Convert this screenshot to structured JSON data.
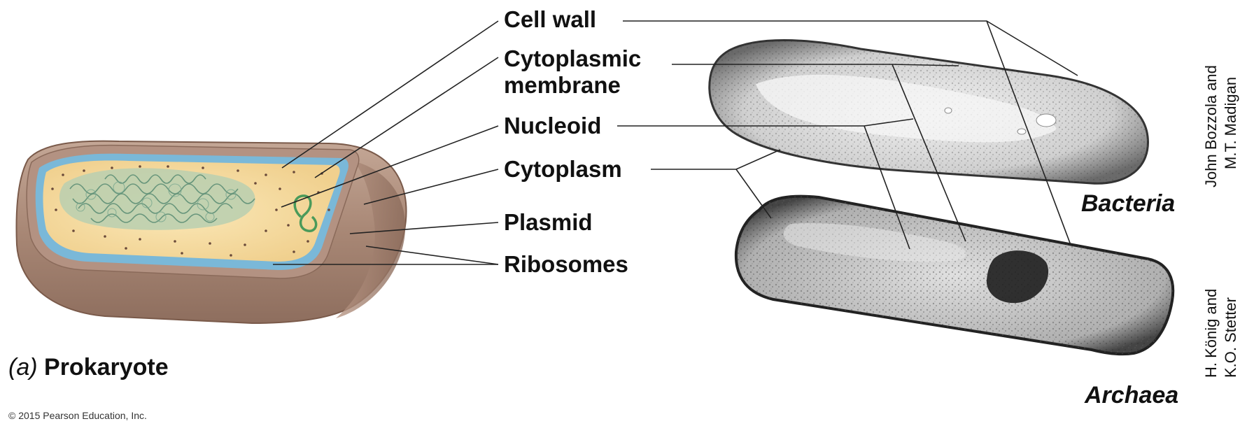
{
  "labels": {
    "cell_wall": "Cell wall",
    "cytoplasmic_membrane_line1": "Cytoplasmic",
    "cytoplasmic_membrane_line2": "membrane",
    "nucleoid": "Nucleoid",
    "cytoplasm": "Cytoplasm",
    "plasmid": "Plasmid",
    "ribosomes": "Ribosomes"
  },
  "domains": {
    "bacteria": "Bacteria",
    "archaea": "Archaea"
  },
  "credits": {
    "bacteria_line1": "John Bozzola and",
    "bacteria_line2": "M.T. Madigan",
    "archaea_line1": "H. König and",
    "archaea_line2": "K.O. Stetter"
  },
  "caption": {
    "part": "(a)",
    "title": "Prokaryote"
  },
  "copyright": "© 2015 Pearson Education, Inc.",
  "colors": {
    "cell_wall_outer": "#a88775",
    "membrane": "#7ab8d8",
    "cytoplasm": "#f6dca0",
    "nucleoid": "#8fb8a0",
    "plasmid": "#4a9a5a",
    "micrograph_light": "#d8d8d8",
    "micrograph_dark": "#3a3a3a"
  }
}
